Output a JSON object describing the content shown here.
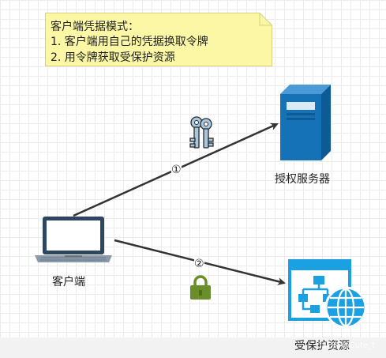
{
  "note": {
    "title": "客户端凭据模式：",
    "items": [
      "1.  客户端用自己的凭据换取令牌",
      "2.  用令牌获取受保护资源"
    ]
  },
  "nodes": {
    "client": {
      "label": "客户端",
      "icon": "laptop-icon"
    },
    "auth_server": {
      "label": "授权服务器",
      "icon": "server-icon"
    },
    "resource": {
      "label": "受保护资源",
      "icon": "web-resource-icon"
    }
  },
  "edges": [
    {
      "marker": "①",
      "from": "client",
      "to": "auth_server",
      "icon": "keys-icon"
    },
    {
      "marker": "②",
      "from": "client",
      "to": "resource",
      "icon": "padlock-icon"
    }
  ],
  "watermark": "CSDN @Cute_t",
  "colors": {
    "note_fill": "#fbf7a5",
    "note_border": "#d6d27a",
    "server_blue": "#1572b6",
    "resource_blue": "#1ba1e2",
    "lock_green": "#6a8e2a",
    "arrow": "#333333"
  }
}
